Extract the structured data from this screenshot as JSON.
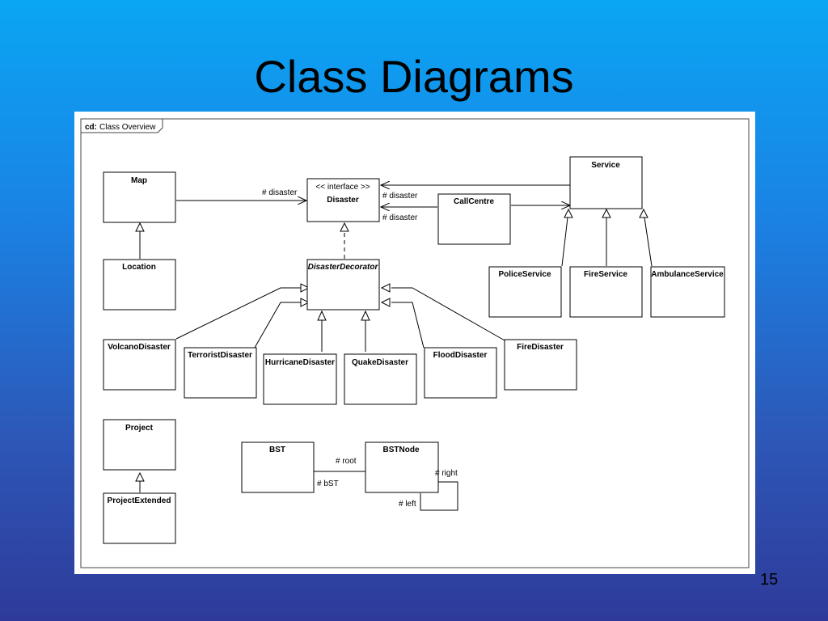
{
  "slide": {
    "title": "Class Diagrams",
    "page_number": "15"
  },
  "diagram": {
    "frame": {
      "prefix": "cd:",
      "title": "Class Overview"
    },
    "classes": {
      "map": "Map",
      "location": "Location",
      "disaster_stereotype": "<< interface >>",
      "disaster": "Disaster",
      "disaster_decorator": "DisasterDecorator",
      "call_centre": "CallCentre",
      "service": "Service",
      "police_service": "PoliceService",
      "fire_service": "FireService",
      "ambulance_service": "AmbulanceService",
      "volcano_disaster": "VolcanoDisaster",
      "terrorist_disaster": "TerroristDisaster",
      "hurricane_disaster": "HurricaneDisaster",
      "quake_disaster": "QuakeDisaster",
      "flood_disaster": "FloodDisaster",
      "fire_disaster": "FireDisaster",
      "project": "Project",
      "project_extended": "ProjectExtended",
      "bst": "BST",
      "bst_node": "BSTNode"
    },
    "roles": {
      "map_disaster": "# disaster",
      "service_disaster": "# disaster",
      "callcentre_disaster": "# disaster",
      "root": "# root",
      "bst": "# bST",
      "right": "# right",
      "left": "# left"
    }
  }
}
